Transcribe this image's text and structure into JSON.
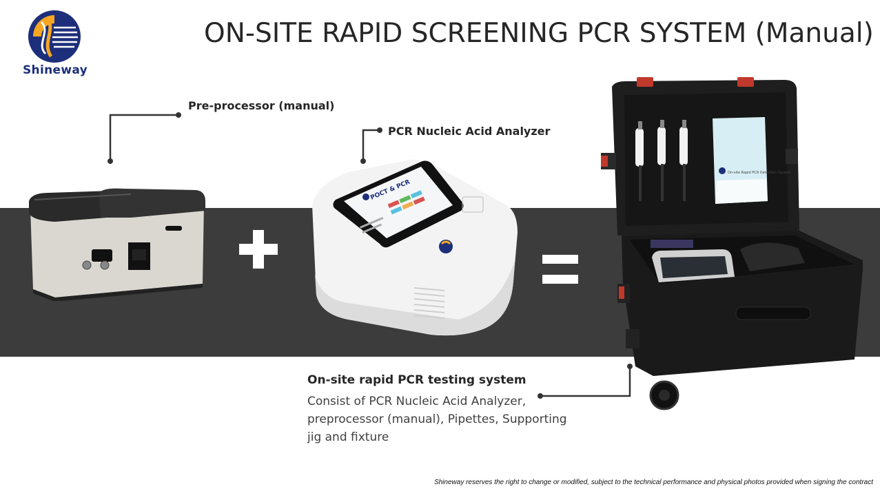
{
  "header": {
    "title": "ON-SITE RAPID SCREENING PCR SYSTEM (Manual)",
    "brand_name": "Shineway"
  },
  "products": {
    "preprocessor_label": "Pre-processor  (manual)",
    "analyzer_label": "PCR Nucleic Acid Analyzer",
    "analyzer_screen_text": "POCT & PCR",
    "manual_cover_text": "On-site Rapid PCR Detection System"
  },
  "operators": {
    "plus": "+",
    "equals": "="
  },
  "system": {
    "title": "On-site rapid PCR testing system",
    "description": "Consist of PCR Nucleic Acid Analyzer, preprocessor (manual), Pipettes, Supporting jig and fixture"
  },
  "footer": {
    "disclaimer": "Shineway reserves the right to change or modified, subject to the technical performance and physical photos provided when signing the contract"
  },
  "colors": {
    "band": "#3c3c3c",
    "brand_blue": "#1d2f7a",
    "brand_orange": "#f5a623",
    "text_dark": "#262626"
  }
}
